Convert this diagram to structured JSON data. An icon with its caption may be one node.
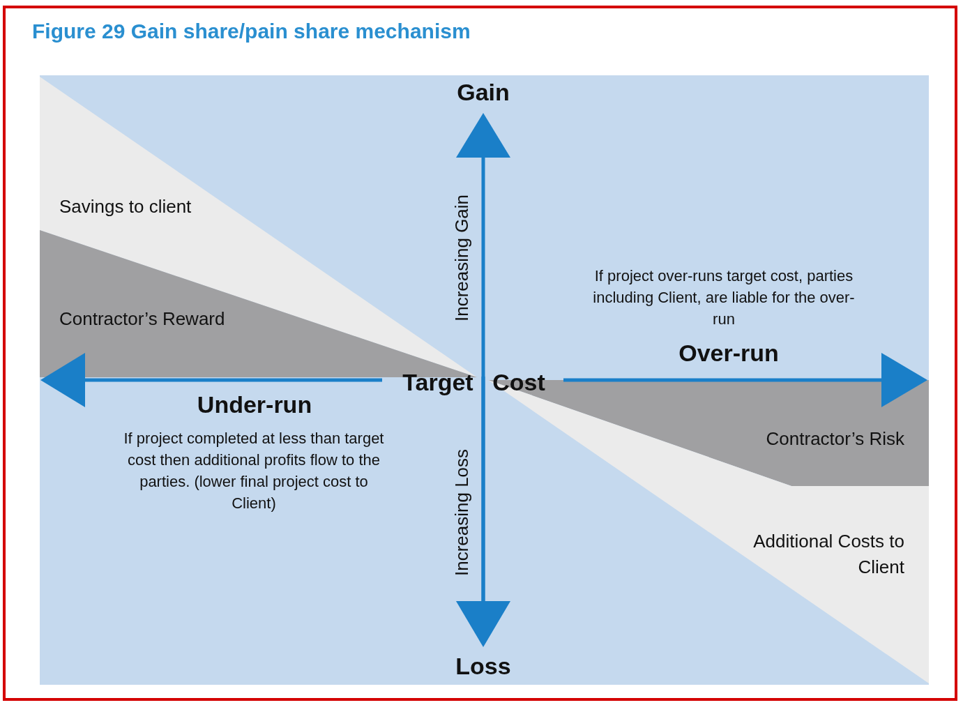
{
  "diagram": {
    "title": "Figure 29 Gain share/pain share mechanism",
    "nodes": [
      {
        "text": [
          "Savings to client"
        ]
      },
      {
        "text": [
          "Contractor’s Reward"
        ]
      },
      {
        "text": [
          "Contractor’s Risk"
        ]
      },
      {
        "text": [
          "Additional Costs to Client"
        ]
      }
    ],
    "labels": [
      "Gain",
      "Increasing Gain",
      "If project over-runs target cost, parties including Client, are liable for the over-run",
      "Over-run",
      "Target",
      "Cost",
      "Under-run",
      "If project completed at less than target cost then additional profits flow to the parties. (lower final project cost to Client)",
      "Increasing Loss",
      "Loss"
    ]
  }
}
